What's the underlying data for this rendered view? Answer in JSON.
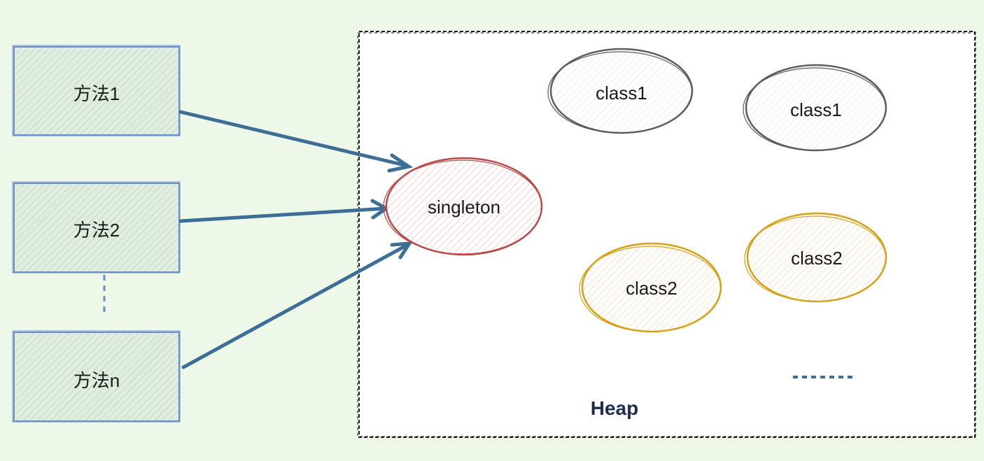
{
  "methods": [
    {
      "label": "方法1"
    },
    {
      "label": "方法2"
    },
    {
      "label": "方法n"
    }
  ],
  "heap": {
    "label": "Heap",
    "objects": [
      {
        "label": "singleton",
        "kind": "singleton"
      },
      {
        "label": "class1",
        "kind": "class1"
      },
      {
        "label": "class1",
        "kind": "class1"
      },
      {
        "label": "class2",
        "kind": "class2"
      },
      {
        "label": "class2",
        "kind": "class2"
      }
    ]
  },
  "colors": {
    "background": "#eef8e8",
    "method_stroke": "#6b8cc4",
    "arrow": "#3d6f96",
    "singleton_stroke": "#b84a4a",
    "singleton_fill": "#f4c7c7",
    "class1_stroke": "#5c5c5c",
    "class2_stroke": "#d4a017",
    "class2_fill": "#f5dcb0",
    "heap_label": "#1e2d4f"
  }
}
